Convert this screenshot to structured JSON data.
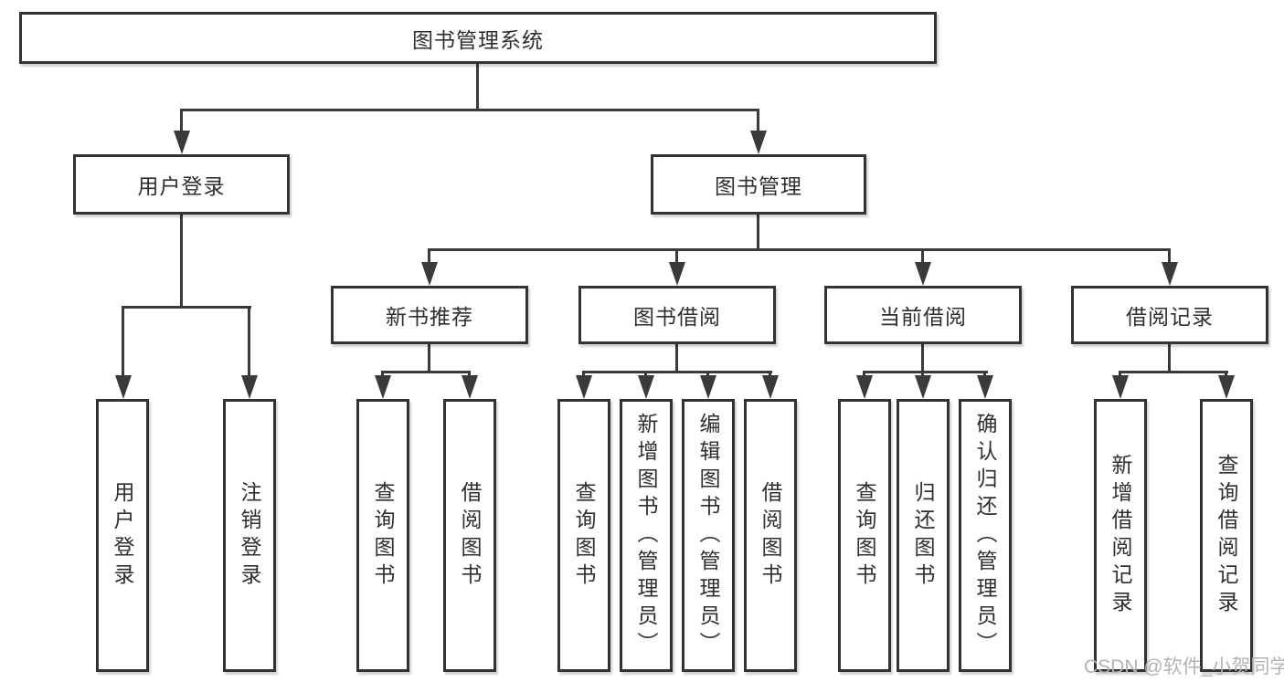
{
  "diagram": {
    "type": "hierarchy",
    "root": {
      "label": "图书管理系统"
    },
    "level2": [
      {
        "id": "user-login",
        "label": "用户登录"
      },
      {
        "id": "book-management",
        "label": "图书管理"
      }
    ],
    "level3": [
      {
        "id": "new-book-recommend",
        "label": "新书推荐",
        "parent": "图书管理"
      },
      {
        "id": "book-borrowing",
        "label": "图书借阅",
        "parent": "图书管理"
      },
      {
        "id": "current-borrowing",
        "label": "当前借阅",
        "parent": "图书管理"
      },
      {
        "id": "borrowing-records",
        "label": "借阅记录",
        "parent": "图书管理"
      }
    ],
    "leaves": [
      {
        "label": "用户登录",
        "parent": "用户登录"
      },
      {
        "label": "注销登录",
        "parent": "用户登录"
      },
      {
        "label": "查询图书",
        "parent": "新书推荐"
      },
      {
        "label": "借阅图书",
        "parent": "新书推荐"
      },
      {
        "label": "查询图书",
        "parent": "图书借阅"
      },
      {
        "label": "新增图书（管理员）",
        "parent": "图书借阅"
      },
      {
        "label": "编辑图书（管理员）",
        "parent": "图书借阅"
      },
      {
        "label": "借阅图书",
        "parent": "图书借阅"
      },
      {
        "label": "查询图书",
        "parent": "当前借阅"
      },
      {
        "label": "归还图书",
        "parent": "当前借阅"
      },
      {
        "label": "确认归还（管理员）",
        "parent": "当前借阅"
      },
      {
        "label": "新增借阅记录",
        "parent": "借阅记录"
      },
      {
        "label": "查询借阅记录",
        "parent": "借阅记录"
      }
    ],
    "watermark": "CSDN @软件_小贺同学",
    "colors": {
      "line": "#3a3a3a",
      "border": "#333333",
      "text": "#2f2f2f",
      "watermark": "#b3b3b3",
      "background": "#ffffff"
    }
  }
}
